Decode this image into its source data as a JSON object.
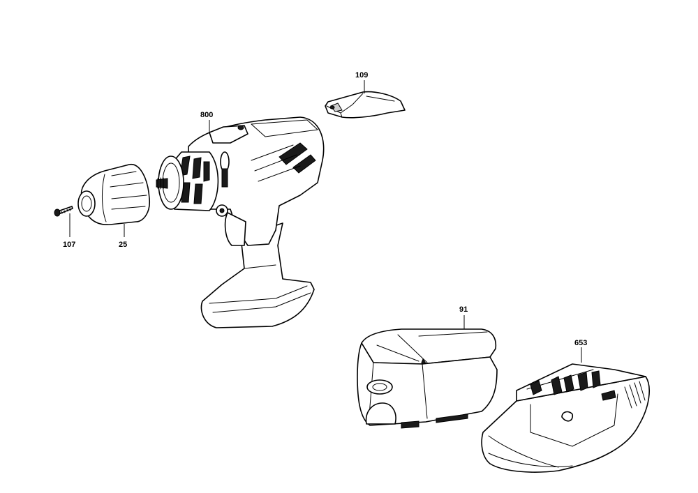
{
  "diagram": {
    "parts": [
      {
        "id": "part-107",
        "number": "107",
        "name": "screw"
      },
      {
        "id": "part-25",
        "number": "25",
        "name": "chuck"
      },
      {
        "id": "part-800",
        "number": "800",
        "name": "drill-body"
      },
      {
        "id": "part-109",
        "number": "109",
        "name": "bit-holder"
      },
      {
        "id": "part-91",
        "number": "91",
        "name": "battery-pack"
      },
      {
        "id": "part-653",
        "number": "653",
        "name": "charger"
      }
    ]
  }
}
